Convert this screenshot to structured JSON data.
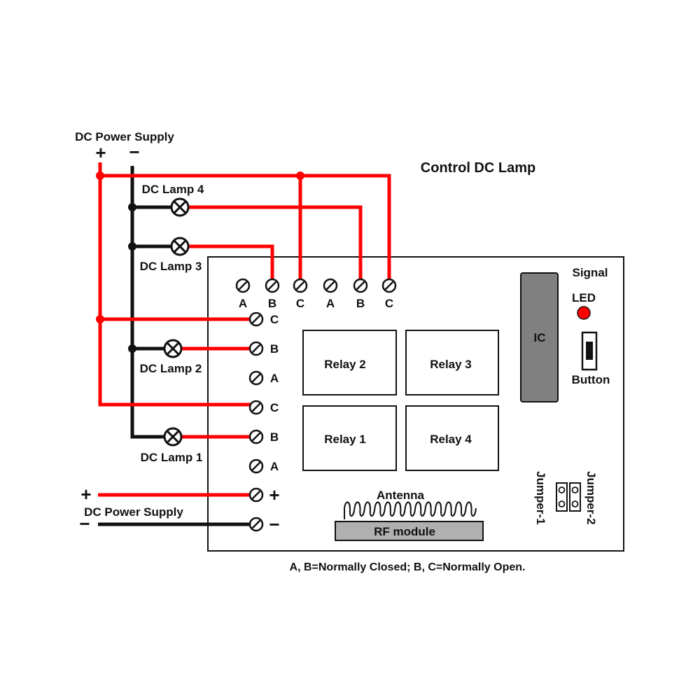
{
  "title": "Control DC Lamp",
  "power_top": {
    "label": "DC Power Supply",
    "plus": "+",
    "minus": "−"
  },
  "power_bottom": {
    "label": "DC Power Supply",
    "plus": "+",
    "minus": "−"
  },
  "lamps": {
    "lamp1": "DC Lamp 1",
    "lamp2": "DC Lamp 2",
    "lamp3": "DC Lamp 3",
    "lamp4": "DC Lamp 4"
  },
  "top_terminals": [
    "A",
    "B",
    "C",
    "A",
    "B",
    "C"
  ],
  "left_terminals": [
    "C",
    "B",
    "A",
    "C",
    "B",
    "A",
    "+",
    "−"
  ],
  "relays": {
    "relay1": "Relay 1",
    "relay2": "Relay 2",
    "relay3": "Relay 3",
    "relay4": "Relay 4"
  },
  "ic": "IC",
  "signal": "Signal",
  "led": "LED",
  "button": "Button",
  "antenna": "Antenna",
  "rf_module": "RF module",
  "jumper1": "Jumper-1",
  "jumper2": "Jumper-2",
  "note": "A, B=Normally Closed; B, C=Normally Open.",
  "colors": {
    "wire_positive": "#ff0000",
    "wire_negative": "#111111",
    "ic": "#808080",
    "led": "#ff0000",
    "rf_module": "#b0b0b0"
  }
}
